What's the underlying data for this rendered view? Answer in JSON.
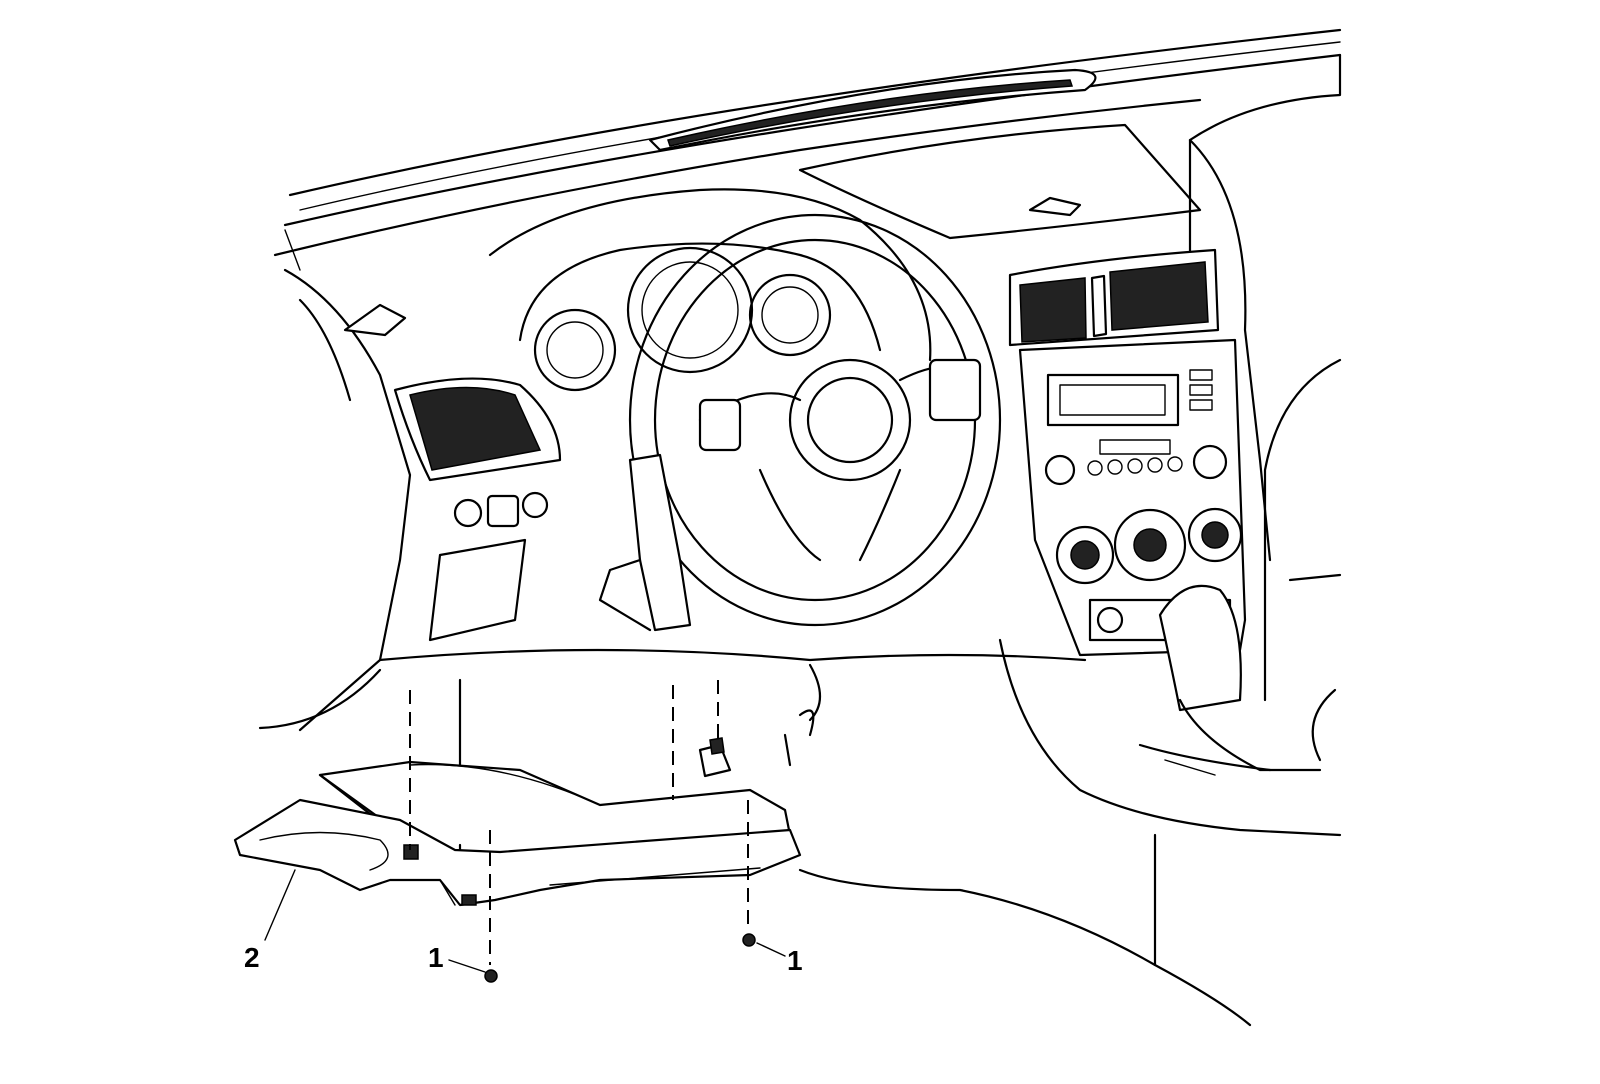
{
  "callouts": {
    "fastener_left": "1",
    "fastener_right": "1",
    "module_bracket": "2"
  }
}
